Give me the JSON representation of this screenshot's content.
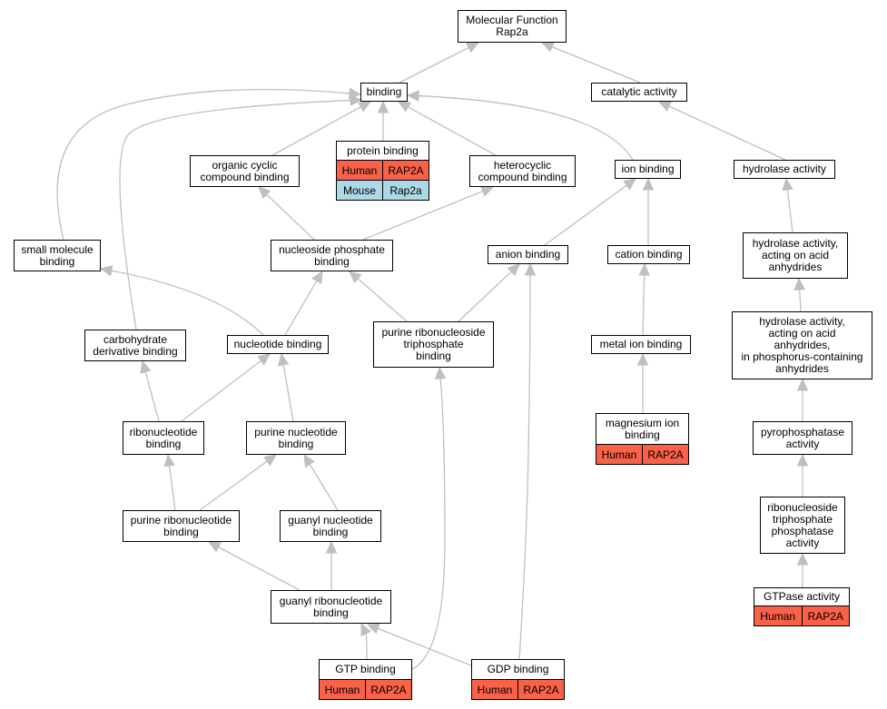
{
  "colors": {
    "human": "#f96148",
    "mouse": "#add8e6",
    "edge": "#bfbfbf"
  },
  "nodes": [
    {
      "id": "mf",
      "label": "Molecular Function\nRap2a"
    },
    {
      "id": "binding",
      "label": "binding"
    },
    {
      "id": "catalytic",
      "label": "catalytic activity"
    },
    {
      "id": "protein",
      "label": "protein binding",
      "annotations": [
        {
          "species": "Human",
          "gene": "RAP2A"
        },
        {
          "species": "Mouse",
          "gene": "Rap2a"
        }
      ]
    },
    {
      "id": "organic",
      "label": "organic cyclic\ncompound binding"
    },
    {
      "id": "hetero",
      "label": "heterocyclic\ncompound binding"
    },
    {
      "id": "ion",
      "label": "ion binding"
    },
    {
      "id": "hydrolase",
      "label": "hydrolase activity"
    },
    {
      "id": "smallmol",
      "label": "small molecule\nbinding"
    },
    {
      "id": "nucphos",
      "label": "nucleoside phosphate\nbinding"
    },
    {
      "id": "anion",
      "label": "anion binding"
    },
    {
      "id": "cation",
      "label": "cation binding"
    },
    {
      "id": "hydacid",
      "label": "hydrolase activity,\nacting on acid\nanhydrides"
    },
    {
      "id": "carbo",
      "label": "carbohydrate\nderivative binding"
    },
    {
      "id": "nucleotide",
      "label": "nucleotide binding"
    },
    {
      "id": "purtri",
      "label": "purine ribonucleoside\ntriphosphate\nbinding"
    },
    {
      "id": "metal",
      "label": "metal ion binding"
    },
    {
      "id": "hydphos",
      "label": "hydrolase activity,\nacting on acid\nanhydrides,\nin phosphorus-containing\nanhydrides"
    },
    {
      "id": "ribonuc",
      "label": "ribonucleotide\nbinding"
    },
    {
      "id": "purnuc",
      "label": "purine nucleotide\nbinding"
    },
    {
      "id": "magnesium",
      "label": "magnesium ion\nbinding",
      "annotations": [
        {
          "species": "Human",
          "gene": "RAP2A"
        }
      ]
    },
    {
      "id": "pyro",
      "label": "pyrophosphatase\nactivity"
    },
    {
      "id": "purribo",
      "label": "purine ribonucleotide\nbinding"
    },
    {
      "id": "guanyl",
      "label": "guanyl nucleotide\nbinding"
    },
    {
      "id": "ribotri",
      "label": "ribonucleoside\ntriphosphate\nphosphatase\nactivity"
    },
    {
      "id": "guanylribo",
      "label": "guanyl ribonucleotide\nbinding"
    },
    {
      "id": "gtpase",
      "label": "GTPase activity",
      "annotations": [
        {
          "species": "Human",
          "gene": "RAP2A"
        }
      ]
    },
    {
      "id": "gtp",
      "label": "GTP binding",
      "annotations": [
        {
          "species": "Human",
          "gene": "RAP2A"
        }
      ]
    },
    {
      "id": "gdp",
      "label": "GDP binding",
      "annotations": [
        {
          "species": "Human",
          "gene": "RAP2A"
        }
      ]
    }
  ],
  "edges": [
    [
      "binding",
      "mf"
    ],
    [
      "catalytic",
      "mf"
    ],
    [
      "protein",
      "binding"
    ],
    [
      "organic",
      "binding"
    ],
    [
      "hetero",
      "binding"
    ],
    [
      "ion",
      "binding"
    ],
    [
      "smallmol",
      "binding"
    ],
    [
      "carbo",
      "binding"
    ],
    [
      "hydrolase",
      "catalytic"
    ],
    [
      "nucphos",
      "organic"
    ],
    [
      "nucphos",
      "hetero"
    ],
    [
      "anion",
      "ion"
    ],
    [
      "cation",
      "ion"
    ],
    [
      "hydacid",
      "hydrolase"
    ],
    [
      "nucleotide",
      "smallmol"
    ],
    [
      "nucleotide",
      "nucphos"
    ],
    [
      "purtri",
      "nucphos"
    ],
    [
      "purtri",
      "anion"
    ],
    [
      "metal",
      "cation"
    ],
    [
      "hydphos",
      "hydacid"
    ],
    [
      "ribonuc",
      "carbo"
    ],
    [
      "ribonuc",
      "nucleotide"
    ],
    [
      "purnuc",
      "nucleotide"
    ],
    [
      "magnesium",
      "metal"
    ],
    [
      "pyro",
      "hydphos"
    ],
    [
      "purribo",
      "ribonuc"
    ],
    [
      "purribo",
      "purnuc"
    ],
    [
      "guanyl",
      "purnuc"
    ],
    [
      "ribotri",
      "pyro"
    ],
    [
      "guanylribo",
      "purribo"
    ],
    [
      "guanylribo",
      "guanyl"
    ],
    [
      "gtpase",
      "ribotri"
    ],
    [
      "gtp",
      "guanylribo"
    ],
    [
      "gtp",
      "purtri"
    ],
    [
      "gdp",
      "guanylribo"
    ],
    [
      "gdp",
      "anion"
    ]
  ]
}
